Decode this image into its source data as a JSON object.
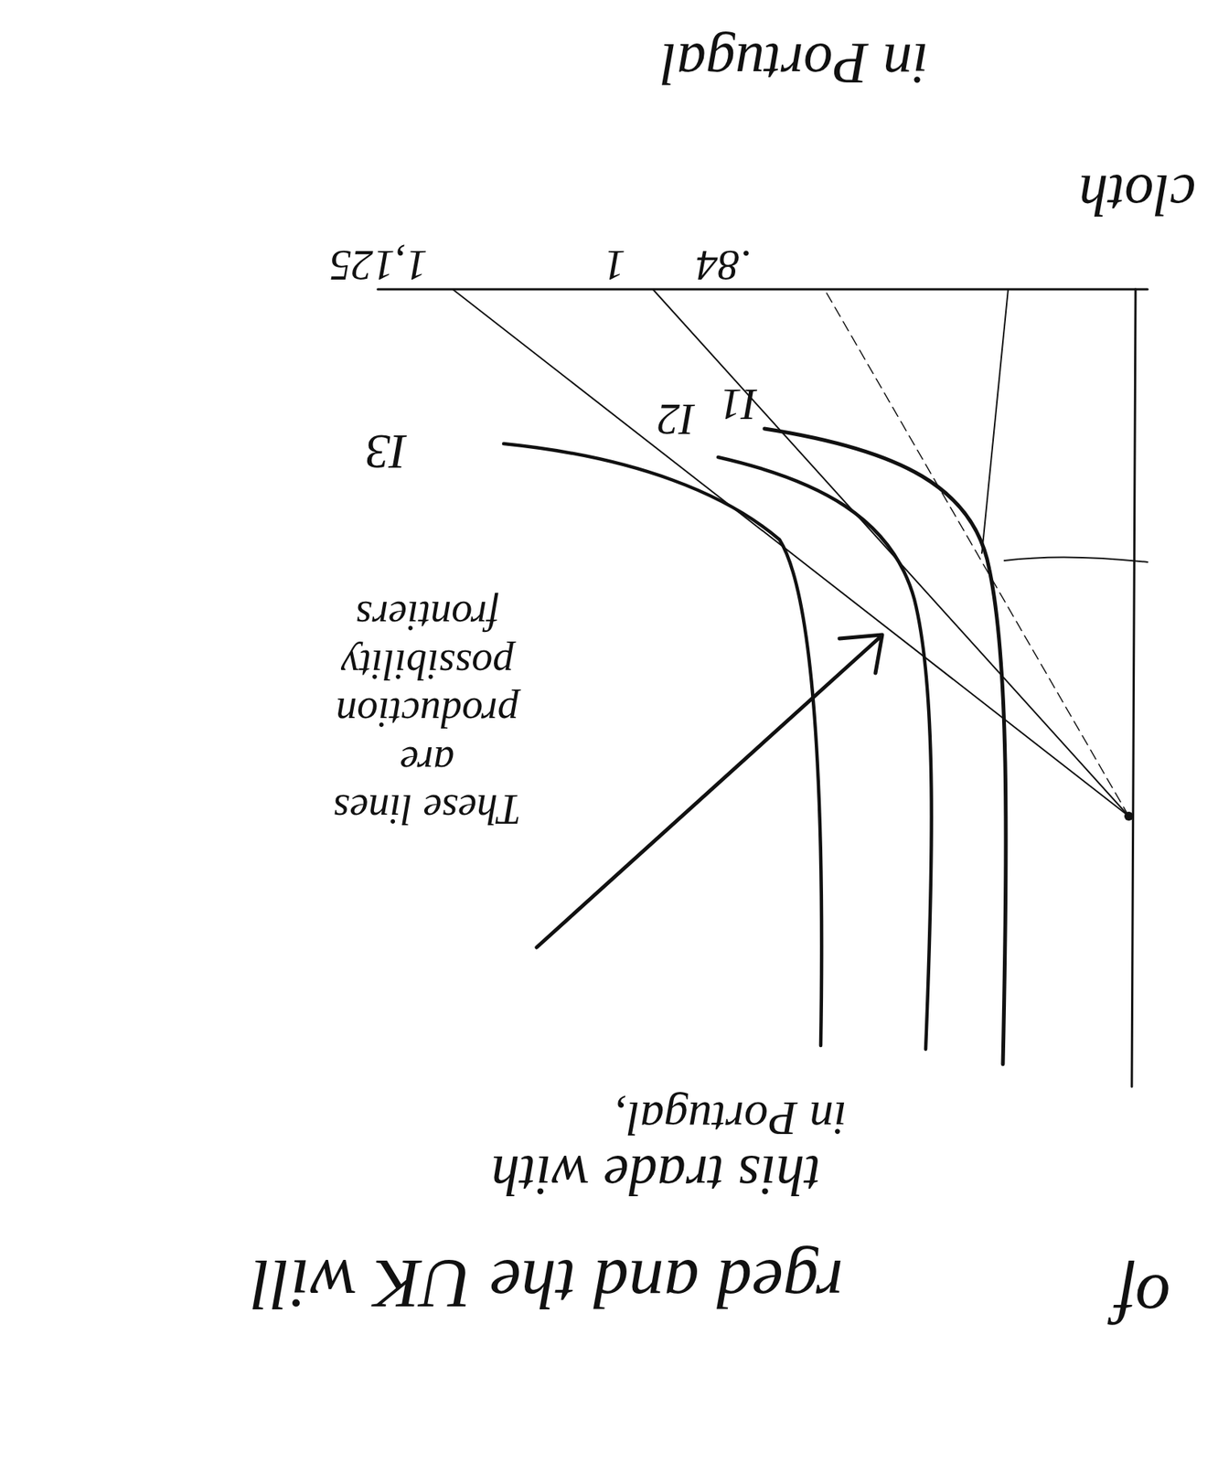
{
  "diagram": {
    "labels": [
      "in Portugal",
      "1,125",
      "1",
      ".84",
      "cloth",
      "I3",
      "I2",
      "I1",
      "These lines are production possibility frontiers",
      "in Portugal,",
      "this trade with",
      "rged and the UK will",
      "of"
    ]
  }
}
